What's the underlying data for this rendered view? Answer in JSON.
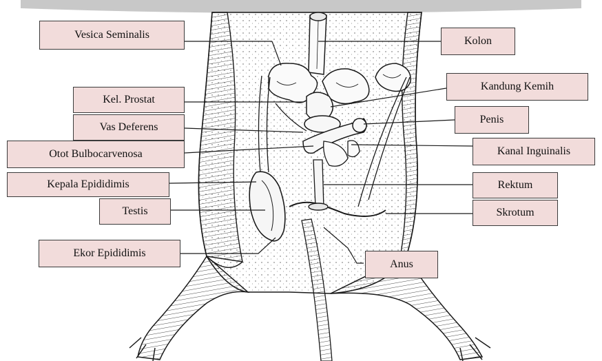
{
  "diagram": {
    "colors": {
      "label_fill": "#f2dcdb",
      "label_border": "#3a3a3a",
      "ink": "#1a1a1a",
      "banner": "#c8c8c8"
    },
    "labels": {
      "vesica_seminalis": "Vesica Seminalis",
      "kolon": "Kolon",
      "kandung_kemih": "Kandung Kemih",
      "kel_prostat": "Kel. Prostat",
      "penis": "Penis",
      "vas_deferens": "Vas Deferens",
      "otot_bulbocarvenosa": "Otot Bulbocarvenosa",
      "kanal_inguinalis": "Kanal Inguinalis",
      "kepala_epididimis": "Kepala Epididimis",
      "rektum": "Rektum",
      "testis": "Testis",
      "skrotum": "Skrotum",
      "ekor_epididimis": "Ekor Epididimis",
      "anus": "Anus"
    }
  }
}
